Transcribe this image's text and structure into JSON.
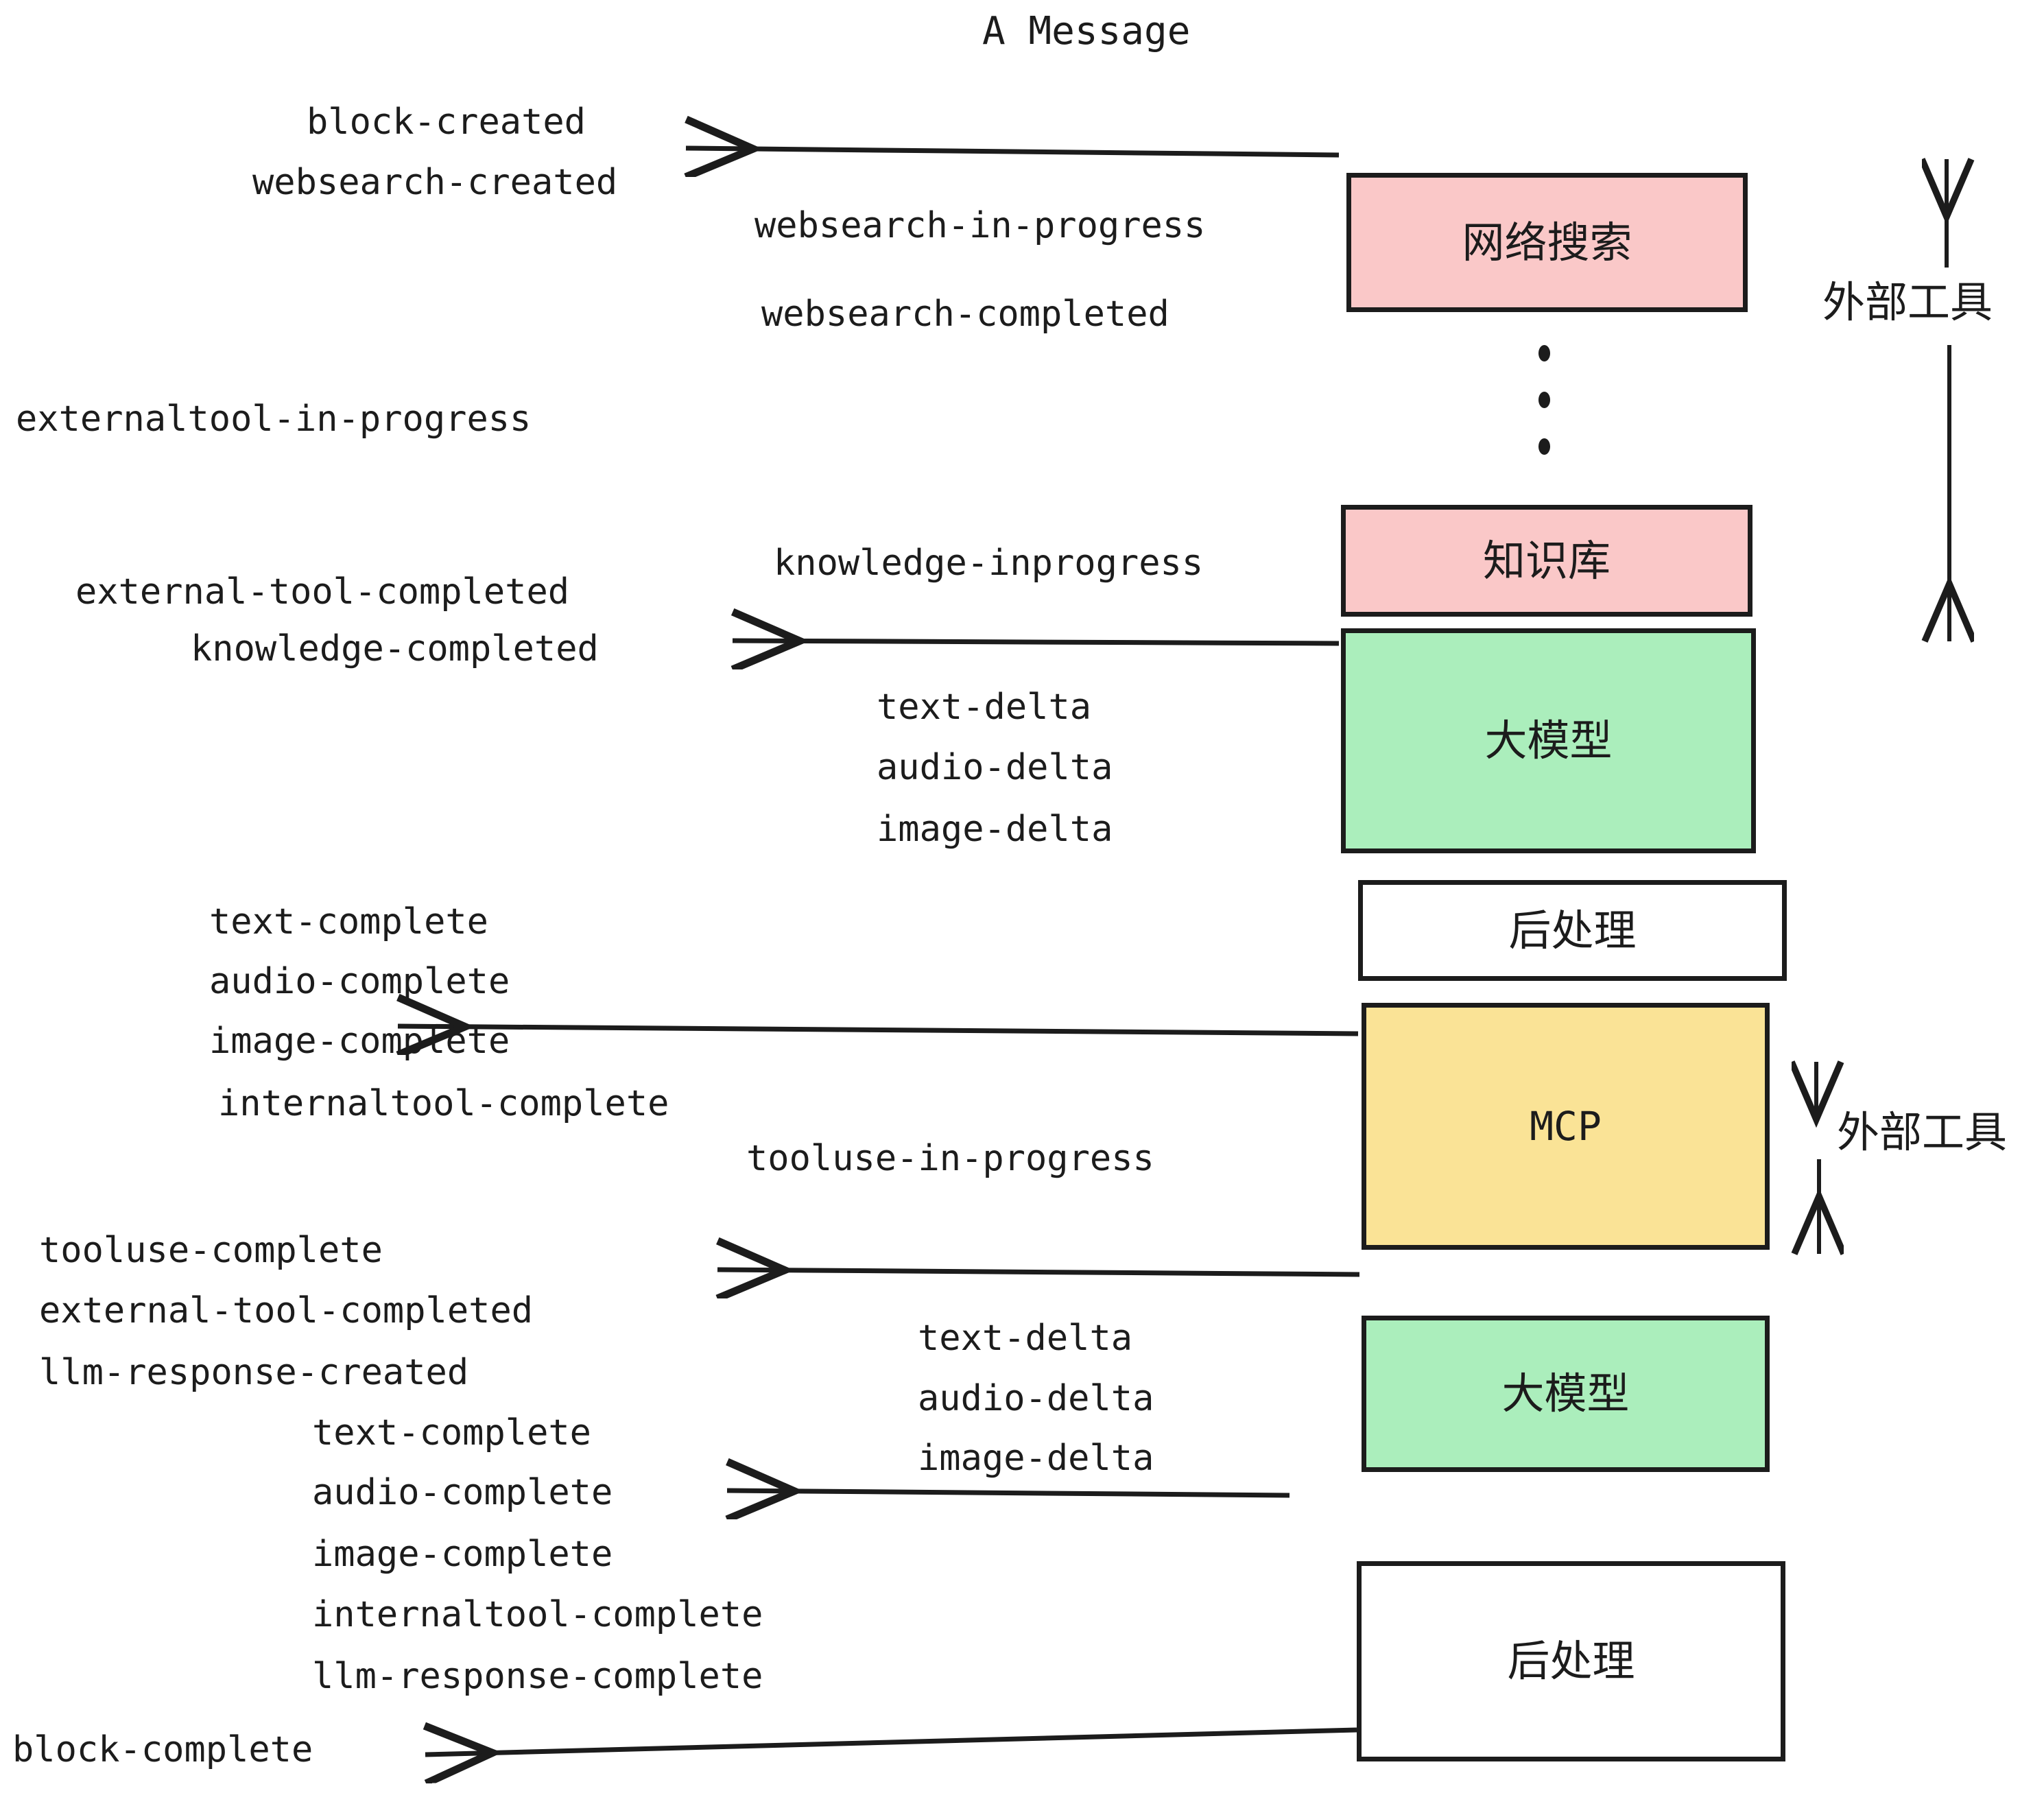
{
  "title": "A Message",
  "boxes": [
    {
      "id": "websearch",
      "label": "网络搜索",
      "color": "#fac8c8",
      "type": "external"
    },
    {
      "id": "knowledge",
      "label": "知识库",
      "color": "#fac8c8",
      "type": "external"
    },
    {
      "id": "llm-1",
      "label": "大模型",
      "color": "#abeebc",
      "type": "model"
    },
    {
      "id": "postprocess-1",
      "label": "后处理",
      "color": "#ffffff",
      "type": "postprocess"
    },
    {
      "id": "mcp",
      "label": "MCP",
      "color": "#fae396",
      "type": "external"
    },
    {
      "id": "llm-2",
      "label": "大模型",
      "color": "#abeebc",
      "type": "model"
    },
    {
      "id": "postprocess-2",
      "label": "后处理",
      "color": "#ffffff",
      "type": "postprocess"
    }
  ],
  "side_labels": [
    {
      "id": "external-tools-top",
      "text": "外部工具"
    },
    {
      "id": "external-tools-bottom",
      "text": "外部工具"
    }
  ],
  "events": {
    "block_created": "block-created",
    "websearch_created": "websearch-created",
    "websearch_in_progress": "websearch-in-progress",
    "websearch_completed": "websearch-completed",
    "externaltool_in_progress": "externaltool-in-progress",
    "knowledge_inprogress": "knowledge-inprogress",
    "external_tool_completed_1": "external-tool-completed",
    "knowledge_completed": "knowledge-completed",
    "text_delta_1": "text-delta",
    "audio_delta_1": "audio-delta",
    "image_delta_1": "image-delta",
    "text_complete_1": "text-complete",
    "audio_complete_1": "audio-complete",
    "image_complete_1": "image-complete",
    "internaltool_complete_1": "internaltool-complete",
    "tooluse_in_progress": "tooluse-in-progress",
    "tooluse_complete": "tooluse-complete",
    "external_tool_completed_2": "external-tool-completed",
    "llm_response_created": "llm-response-created",
    "text_delta_2": "text-delta",
    "audio_delta_2": "audio-delta",
    "image_delta_2": "image-delta",
    "text_complete_2": "text-complete",
    "audio_complete_2": "audio-complete",
    "image_complete_2": "image-complete",
    "internaltool_complete_2": "internaltool-complete",
    "llm_response_complete": "llm-response-complete",
    "block_complete": "block-complete"
  },
  "colors": {
    "external_fill": "#fac8c8",
    "model_fill": "#abeebc",
    "mcp_fill": "#fae396",
    "postprocess_fill": "#ffffff",
    "stroke": "#1c1c1c"
  }
}
